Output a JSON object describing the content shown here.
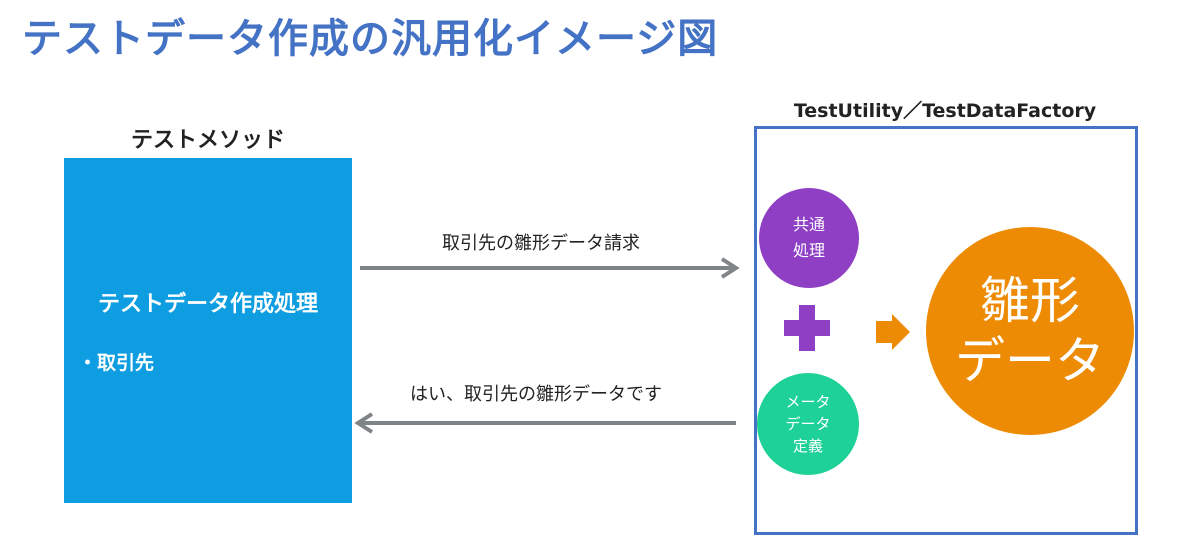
{
  "title": "テストデータ作成の汎用化イメージ図",
  "left": {
    "label": "テストメソッド",
    "box_title": "テストデータ作成処理",
    "box_item": "・取引先"
  },
  "arrows": {
    "request_label": "取引先の雛形データ請求",
    "response_label": "はい、取引先の雛形データです"
  },
  "right": {
    "label": "TestUtility／TestDataFactory",
    "common_circle": "共通\n処理",
    "meta_circle": "メータ\nデータ\n定義",
    "template_circle": "雛形\nデータ"
  },
  "colors": {
    "title": "#4472c4",
    "left_box": "#0d9de0",
    "right_border": "#4472c4",
    "common": "#8e3fc4",
    "meta": "#1ed197",
    "template": "#ee8b04",
    "plus": "#8e3fc4",
    "small_arrow": "#ee8b04",
    "long_arrow": "#7f8487"
  }
}
